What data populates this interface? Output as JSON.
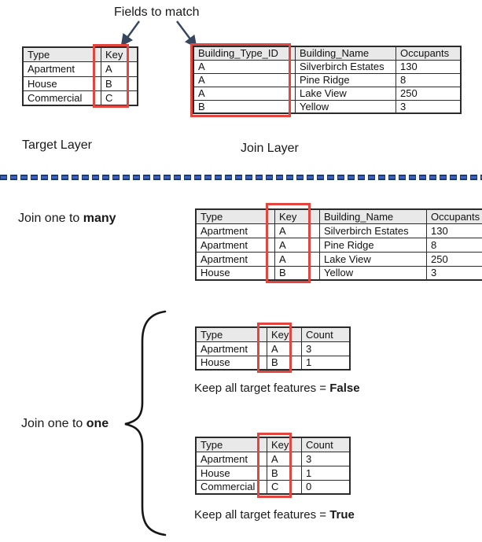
{
  "title": "Fields to match",
  "colors": {
    "red_outline": "#e2463e",
    "divider_blue": "#4263c0",
    "divider_navy": "#1e3a67",
    "arrow": "#36465f",
    "table_header_bg": "#e9e9e9"
  },
  "target_layer": {
    "label": "Target Layer",
    "table": {
      "headers": [
        "Type",
        "Key"
      ],
      "rows": [
        [
          "Apartment",
          "A"
        ],
        [
          "House",
          "B"
        ],
        [
          "Commercial",
          "C"
        ]
      ],
      "highlight_column": "Key"
    }
  },
  "join_layer": {
    "label": "Join Layer",
    "table": {
      "headers": [
        "Building_Type_ID",
        "Building_Name",
        "Occupants"
      ],
      "rows": [
        [
          "A",
          "Silverbirch Estates",
          "130"
        ],
        [
          "A",
          "Pine Ridge",
          "8"
        ],
        [
          "A",
          "Lake View",
          "250"
        ],
        [
          "B",
          "Yellow",
          "3"
        ]
      ],
      "highlight_column": "Building_Type_ID"
    }
  },
  "join_one_to_many": {
    "label_prefix": "Join one to ",
    "label_bold": "many",
    "table": {
      "headers": [
        "Type",
        "Key",
        "Building_Name",
        "Occupants"
      ],
      "rows": [
        [
          "Apartment",
          "A",
          "Silverbirch Estates",
          "130"
        ],
        [
          "Apartment",
          "A",
          "Pine Ridge",
          "8"
        ],
        [
          "Apartment",
          "A",
          "Lake View",
          "250"
        ],
        [
          "House",
          "B",
          "Yellow",
          "3"
        ]
      ],
      "highlight_column": "Key"
    }
  },
  "join_one_to_one": {
    "label_prefix": "Join one to ",
    "label_bold": "one",
    "false_case": {
      "table": {
        "headers": [
          "Type",
          "Key",
          "Count"
        ],
        "rows": [
          [
            "Apartment",
            "A",
            "3"
          ],
          [
            "House",
            "B",
            "1"
          ]
        ],
        "highlight_column": "Key"
      },
      "caption_prefix": "Keep all target features = ",
      "caption_bold": "False"
    },
    "true_case": {
      "table": {
        "headers": [
          "Type",
          "Key",
          "Count"
        ],
        "rows": [
          [
            "Apartment",
            "A",
            "3"
          ],
          [
            "House",
            "B",
            "1"
          ],
          [
            "Commercial",
            "C",
            "0"
          ]
        ],
        "highlight_column": "Key"
      },
      "caption_prefix": "Keep all target features = ",
      "caption_bold": "True"
    }
  }
}
